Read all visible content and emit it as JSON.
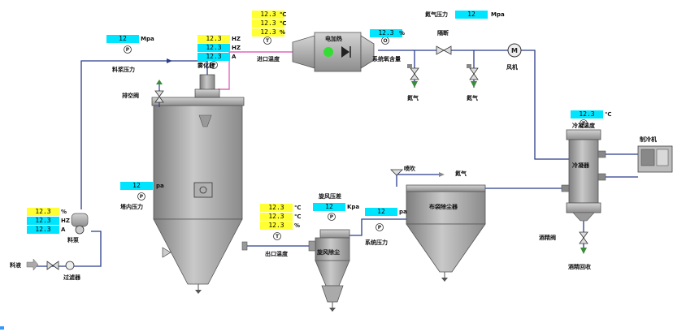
{
  "colors": {
    "process_line": "#2b3c8c",
    "air_line": "#e066c0",
    "equipment": "#a8a8a8",
    "value_yellow": "#ffff33",
    "value_cyan": "#00e5ff",
    "heater_indicator": "#33dd33"
  },
  "icons": [
    "pressure-gauge-icon",
    "thermometer-icon",
    "valve-icon",
    "motor-icon",
    "pump-icon",
    "filter-icon"
  ],
  "units": {
    "pct": "%",
    "hz": "HZ",
    "amp": "A",
    "deg": "℃",
    "mpa": "Mpa",
    "pa": "pa",
    "kpa": "Kpa"
  },
  "readings": {
    "nitrogen_pressure": "12",
    "slurry_pressure": "12",
    "atomizer_freq": "12.3",
    "atomizer_temp": "12.3",
    "atomizer_current": "12.3",
    "inlet_temp_1": "12.3",
    "inlet_temp_2": "12.3",
    "inlet_humidity": "12.3",
    "oxygen_content": "12.3",
    "condenser_temp": "12.3",
    "tower_pressure": "12",
    "outlet_temp": "12.3",
    "outlet_temp_2": "12.3",
    "outlet_humidity": "12.3",
    "cyclone_dp": "12",
    "system_pressure": "12",
    "pump_humidity": "12.3",
    "pump_freq": "12.3",
    "pump_current": "12.3"
  },
  "labels": {
    "nitrogen_pressure": "氮气压力",
    "slurry_pressure": "料浆压力",
    "atomizer": "雾化器",
    "inlet_temp": "进口温度",
    "heater": "电加热",
    "oxygen_content": "系统氧含量",
    "isolation_valve": "隔断",
    "fan": "风机",
    "nitrogen_1": "氮气",
    "nitrogen_2": "氮气",
    "vent_valve": "排空阀",
    "condenser_temp": "冷凝温度",
    "refrigerator": "制冷机",
    "condenser": "冷凝器",
    "pulse_blow": "喷吹",
    "nitrogen_3": "氮气",
    "tower_pressure": "塔内压力",
    "cyclone_dp": "旋风压差",
    "bag_filter": "布袋除尘器",
    "system_pressure": "系统压力",
    "outlet_temp": "出口温度",
    "cyclone": "旋风除尘",
    "alcohol_valve": "酒精阀",
    "alcohol_recovery": "酒精回收",
    "pump": "料泵",
    "feed": "料液",
    "filter": "过滤器",
    "motor": "M"
  }
}
